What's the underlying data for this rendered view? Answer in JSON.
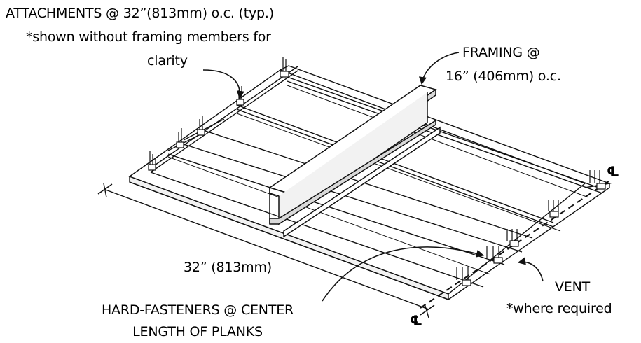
{
  "labels": {
    "attachments_line1": "ATTACHMENTS @ 32”(813mm) o.c. (typ.)",
    "attachments_line2": "*shown without framing members for",
    "attachments_line3": "clarity",
    "framing_line1": "FRAMING @",
    "framing_line2": "16” (406mm) o.c.",
    "dimension": "32” (813mm)",
    "fasteners_line1": "HARD-FASTENERS @ CENTER",
    "fasteners_line2": "LENGTH OF PLANKS",
    "vent_line1": "VENT",
    "vent_line2": "*where required",
    "centerline_symbol": "℄"
  },
  "colors": {
    "line": "#111111",
    "shade": "#d9d9d9",
    "light": "#f2f2f2"
  }
}
